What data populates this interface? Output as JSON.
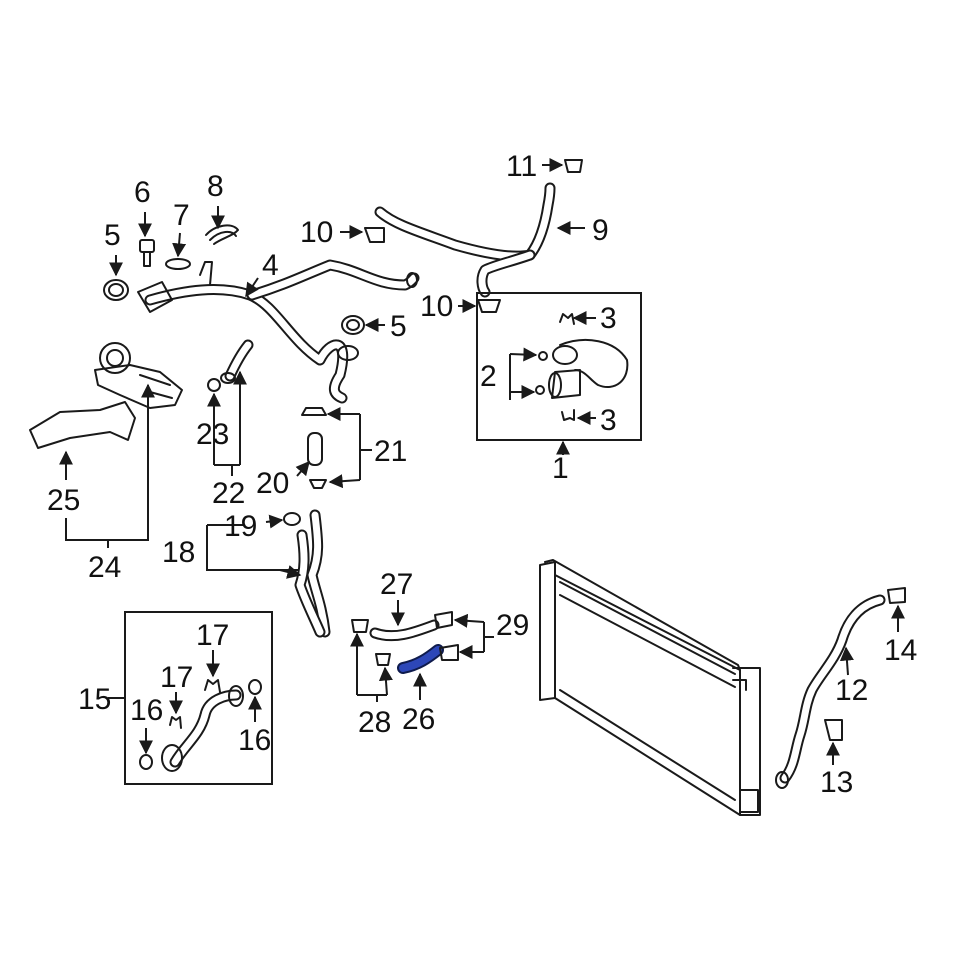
{
  "colors": {
    "line": "#1a1a1a",
    "highlight": "#2d47b8",
    "highlight_outline": "#0f1b4d",
    "background": "#ffffff"
  },
  "callouts": {
    "c1": "1",
    "c2": "2",
    "c3a": "3",
    "c3b": "3",
    "c4": "4",
    "c5a": "5",
    "c5b": "5",
    "c6": "6",
    "c7": "7",
    "c8": "8",
    "c9": "9",
    "c10a": "10",
    "c10b": "10",
    "c11": "11",
    "c12": "12",
    "c13": "13",
    "c14": "14",
    "c15": "15",
    "c16a": "16",
    "c16b": "16",
    "c17a": "17",
    "c17b": "17",
    "c18": "18",
    "c19": "19",
    "c20": "20",
    "c21": "21",
    "c22": "22",
    "c23": "23",
    "c24": "24",
    "c25": "25",
    "c26": "26",
    "c27": "27",
    "c28": "28",
    "c29": "29"
  }
}
